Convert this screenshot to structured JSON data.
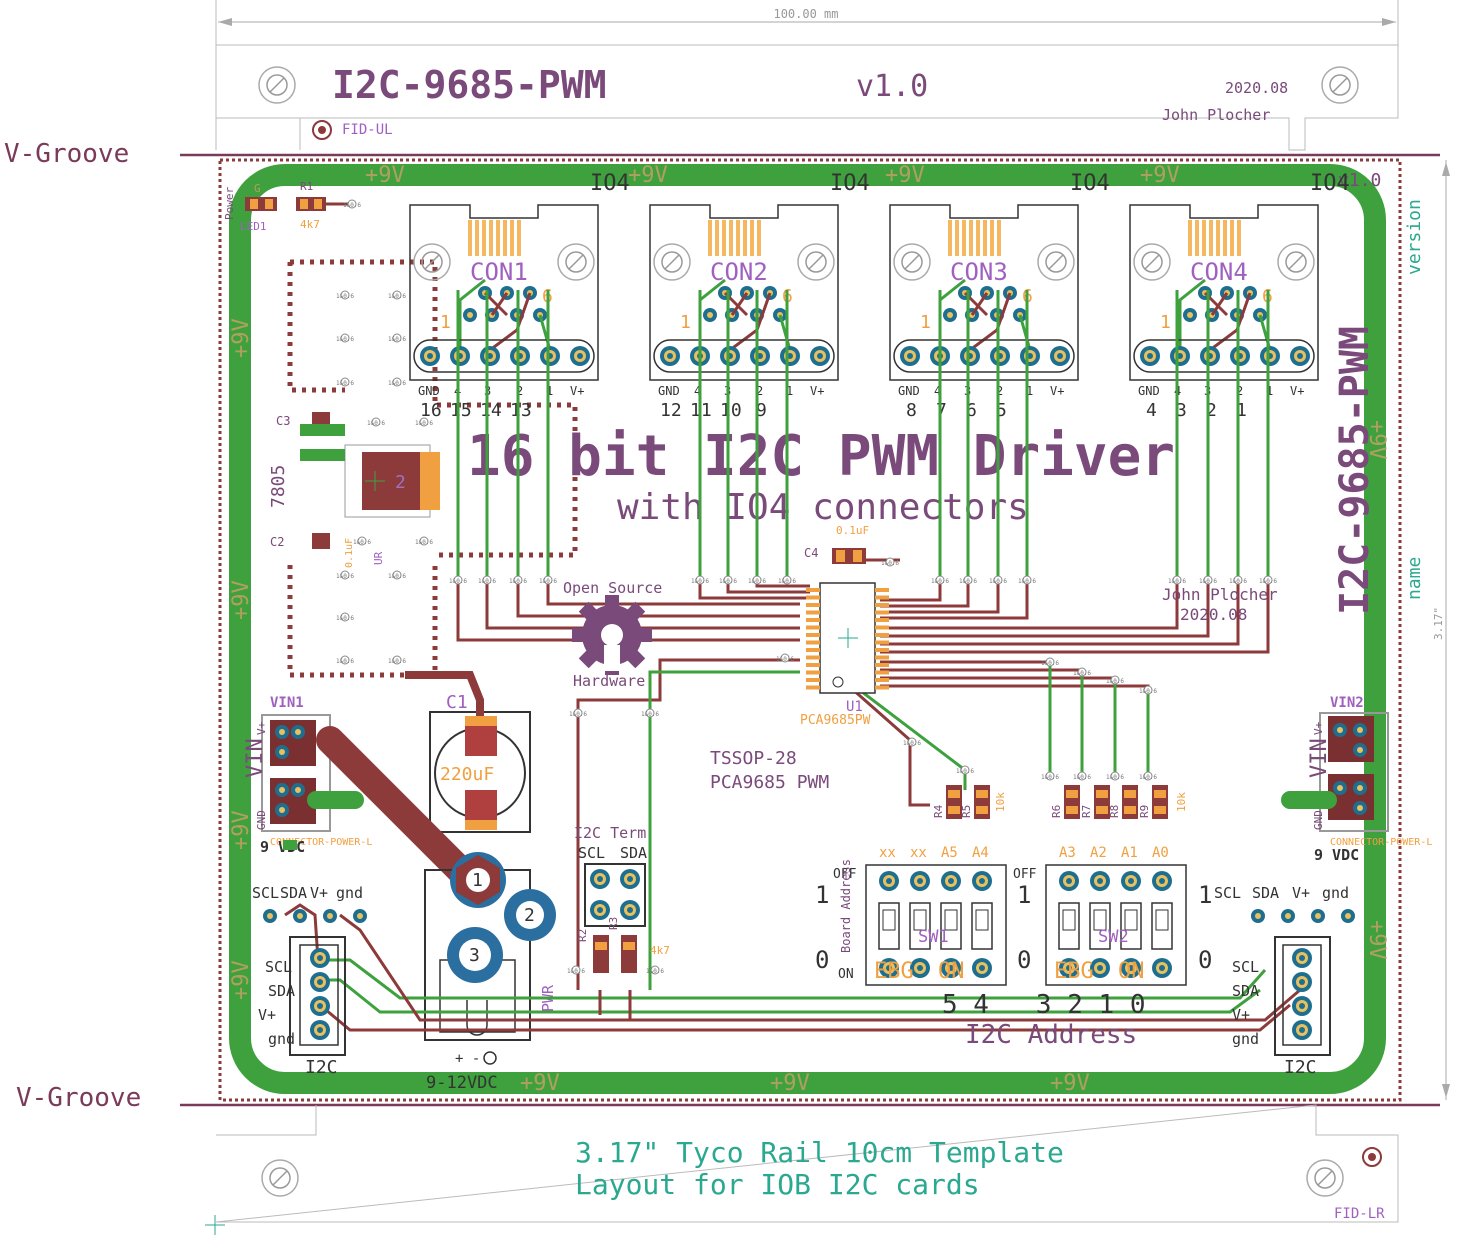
{
  "dimension": {
    "label": "100.00 mm",
    "side_label": "3.17\""
  },
  "title": {
    "name": "I2C-9685-PWM",
    "version": "v1.0",
    "date": "2020.08",
    "author": "John Plocher"
  },
  "groove": {
    "label": "V-Groove"
  },
  "fiducials": {
    "upper_left": "FID-UL",
    "lower_right": "FID-LR"
  },
  "side": {
    "version_label": "version",
    "name_label": "name",
    "vertical_title": "I2C-9685-PWM",
    "version_value": "v1.0"
  },
  "main_text": {
    "headline": "16 bit I2C PWM Driver",
    "subtitle": "with IO4 connectors"
  },
  "power_labels": {
    "plus9v": "+9V"
  },
  "led": {
    "power": "Power",
    "g": "G",
    "led1": "LED1",
    "r1": "R1",
    "r1_val": "4k7"
  },
  "connectors": [
    {
      "header": "IO4",
      "name": "CON1",
      "pins": [
        "16",
        "15",
        "14",
        "13"
      ]
    },
    {
      "header": "IO4",
      "name": "CON2",
      "pins": [
        "12",
        "11",
        "10",
        "9"
      ]
    },
    {
      "header": "IO4",
      "name": "CON3",
      "pins": [
        "8",
        "7",
        "6",
        "5"
      ]
    },
    {
      "header": "IO4",
      "name": "CON4",
      "pins": [
        "4",
        "3",
        "2",
        "1"
      ]
    }
  ],
  "con_pin_labels": {
    "gnd": "GND",
    "vplus": "V+",
    "p4": "4",
    "p3": "3",
    "p2": "2",
    "p1": "1",
    "one": "1",
    "six": "6"
  },
  "regulator": {
    "name": "7805",
    "c3": "C3",
    "c2": "C2",
    "pin2": "2",
    "c2_val": "0.1uF",
    "ur": "UR"
  },
  "cap_c1": {
    "name": "C1",
    "value": "220uF"
  },
  "cap_c4": {
    "name": "C4",
    "value": "0.1uF"
  },
  "osh": {
    "top": "Open Source",
    "bottom": "Hardware"
  },
  "ic": {
    "name": "U1",
    "part": "PCA9685PW",
    "pkg": "TSSOP-28",
    "desc": "PCA9685 PWM"
  },
  "credit": {
    "author": "John Plocher",
    "date": "2020.08"
  },
  "vin1": {
    "name": "VIN1",
    "vin": "VIN",
    "vplus": "V+",
    "gnd": "GND",
    "conn": "CONNECTOR-POWER-L",
    "volt": "9 VDC"
  },
  "vin2": {
    "name": "VIN2",
    "vin": "VIN",
    "vplus": "V+",
    "gnd": "GND",
    "conn": "CONNECTOR-POWER-L",
    "volt": "9 VDC"
  },
  "barrel": {
    "p1": "1",
    "p2": "2",
    "p3": "3",
    "label": "9-12VDC",
    "pol": "+ - ",
    "pwr": "PWR"
  },
  "term": {
    "title": "I2C Term",
    "scl": "SCL",
    "sda": "SDA",
    "r2": "R2",
    "r3": "R3",
    "val": "4k7"
  },
  "i2c_left": {
    "header": [
      "SCL",
      "SDA",
      "V+",
      "gnd"
    ],
    "pins": [
      "SCL",
      "SDA",
      "V+",
      "gnd"
    ],
    "name": "I2C"
  },
  "i2c_right": {
    "header": [
      "SCL",
      "SDA",
      "V+",
      "gnd"
    ],
    "pins": [
      "SCL",
      "SDA",
      "V+",
      "gnd"
    ],
    "name": "I2C"
  },
  "sw1": {
    "name": "SW1",
    "labels": [
      "xx",
      "xx",
      "A5",
      "A4"
    ],
    "off": "OFF",
    "on": "ON",
    "one": "1",
    "zero": "0",
    "ebg": "EBG",
    "on2": "ON",
    "board_address": "Board Address"
  },
  "sw2": {
    "name": "SW2",
    "labels": [
      "A3",
      "A2",
      "A1",
      "A0"
    ],
    "off": "OFF",
    "on": "ON",
    "one": "1",
    "zero": "0",
    "ebg": "EBG",
    "on2": "ON"
  },
  "address": {
    "digits": "5 4   3 2 1 0",
    "label": "I2C Address"
  },
  "resistors": {
    "r4": "R4",
    "r5": "R5",
    "r6": "R6",
    "r7": "R7",
    "r8": "R8",
    "r9": "R9",
    "val": "10k"
  },
  "template": {
    "line1": "3.17\" Tyco Rail 10cm Template",
    "line2": "Layout for IOB I2C cards"
  },
  "colors": {
    "copper_top": "#8c3a3a",
    "copper_bot": "#3ea13e",
    "silk": "#7a4a7a",
    "pad": "#1e6f8f",
    "orange": "#f0a040",
    "teal": "#2aa890"
  }
}
